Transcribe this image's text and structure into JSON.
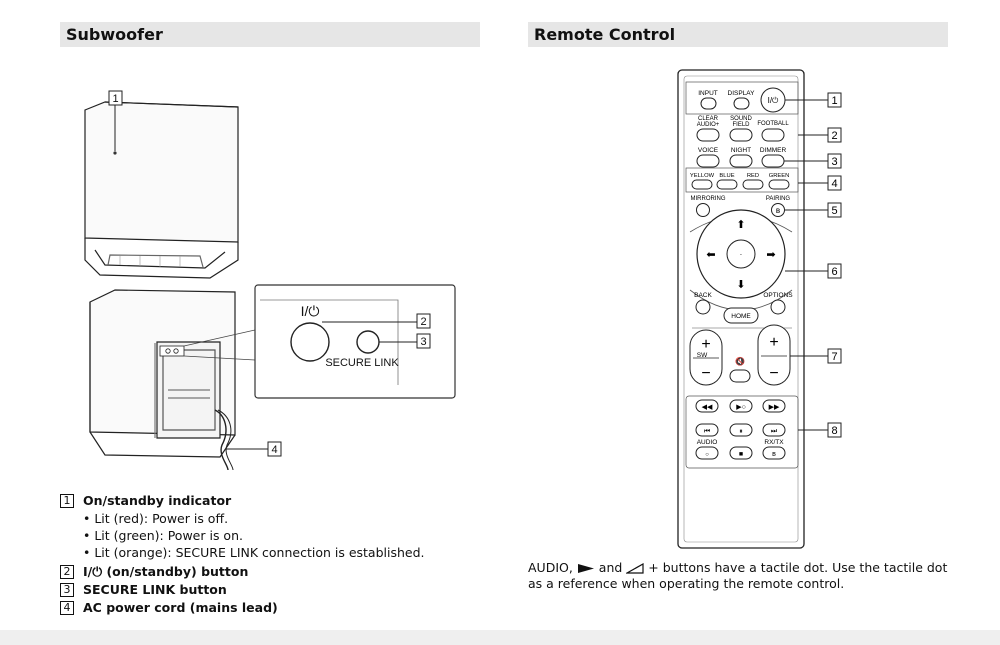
{
  "sections": {
    "left_title": "Subwoofer",
    "right_title": "Remote Control"
  },
  "subwoofer_callouts": {
    "c1": "1",
    "c2": "2",
    "c3": "3",
    "c4": "4",
    "power_symbol": "I/⏻",
    "secure_link_label": "SECURE LINK"
  },
  "legend": {
    "items": [
      {
        "num": "1",
        "label": "On/standby indicator"
      },
      {
        "num": "2",
        "label": "I/⏻ (on/standby) button"
      },
      {
        "num": "3",
        "label": "SECURE LINK button"
      },
      {
        "num": "4",
        "label": "AC power cord (mains lead)"
      }
    ],
    "bullets": [
      "• Lit (red): Power is off.",
      "• Lit (green): Power is on.",
      "• Lit (orange): SECURE LINK connection is established."
    ]
  },
  "remote": {
    "callouts": [
      "1",
      "2",
      "3",
      "4",
      "5",
      "6",
      "7",
      "8"
    ],
    "labels": {
      "input": "INPUT",
      "display": "DISPLAY",
      "power": "I/⏻",
      "clear_audio_1": "CLEAR",
      "clear_audio_2": "AUDIO+",
      "sound_field_1": "SOUND",
      "sound_field_2": "FIELD",
      "football": "FOOTBALL",
      "voice": "VOICE",
      "night": "NIGHT",
      "dimmer": "DIMMER",
      "yellow": "YELLOW",
      "blue": "BLUE",
      "red": "RED",
      "green": "GREEN",
      "mirroring": "MIRRORING",
      "pairing": "PAIRING",
      "back": "BACK",
      "options": "OPTIONS",
      "home": "HOME",
      "sw": "SW",
      "audio": "AUDIO",
      "rx_tx": "RX/TX"
    }
  },
  "note": {
    "part1": "AUDIO,",
    "part2": "and",
    "part3": "+ buttons have a tactile dot. Use the tactile dot as a reference when operating the remote control."
  }
}
